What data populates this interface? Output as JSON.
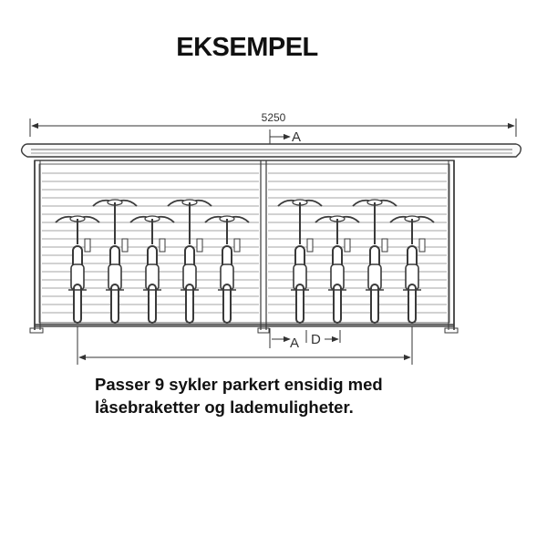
{
  "title": "EKSEMPEL",
  "dimension_total": "5250",
  "section_label_top": "A",
  "section_label_bottom": "A",
  "detail_label": "D",
  "caption_line1": "Passer 9 sykler parkert ensidig med",
  "caption_line2": "låsebraketter og lademuligheter.",
  "bicycle_count": 9,
  "line_color": "#3a3a3a"
}
